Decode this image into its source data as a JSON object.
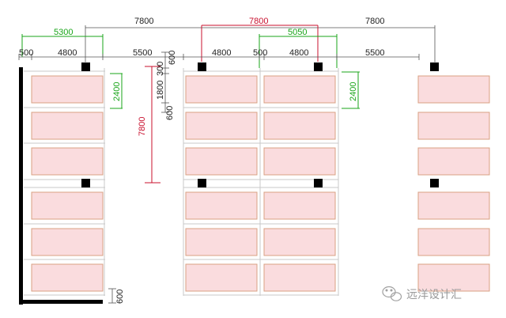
{
  "dimensions": {
    "top_spans": [
      "7800",
      "7800",
      "7800"
    ],
    "row2_green_left": "5300",
    "row2_green_mid": "5050",
    "row3": [
      "500",
      "4800",
      "5500",
      "4800",
      "500",
      "4800",
      "5500"
    ],
    "vertical_green_left": "2400",
    "vertical_green_right": "2400",
    "vertical_red": "7800",
    "vertical_small": [
      "600",
      "300",
      "1800",
      "600"
    ],
    "bottom_small": "600"
  },
  "watermark": {
    "text": "远洋设计汇",
    "icon": "wechat-icon"
  },
  "colors": {
    "stall_fill": "#fadcde",
    "stall_stroke": "#d9a083",
    "column": "#000000",
    "dim_black": "#222222",
    "dim_red": "#c8102e",
    "dim_green": "#1aa51a"
  }
}
